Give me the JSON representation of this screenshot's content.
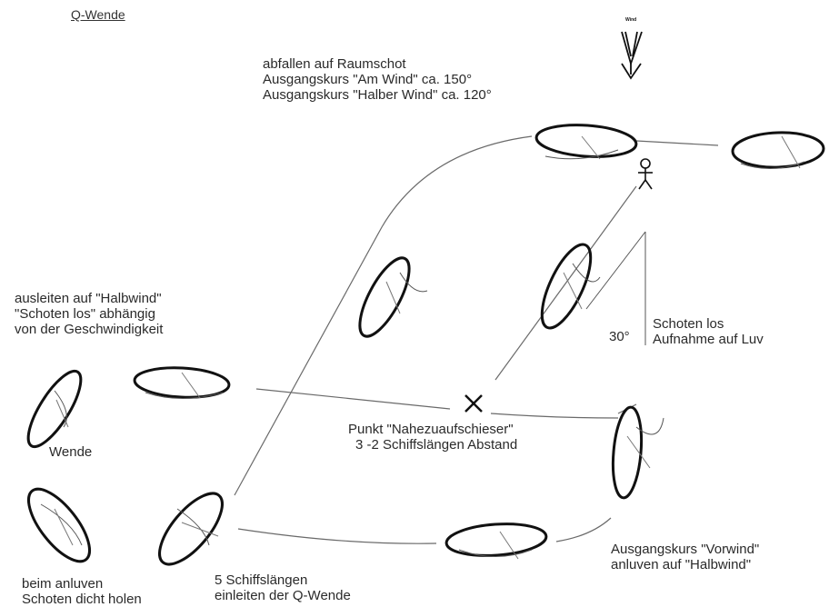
{
  "title": "Q-Wende",
  "wind_label": "Wind",
  "labels": {
    "abfallen": [
      "abfallen auf Raumschot",
      "Ausgangskurs \"Am Wind\" ca. 150°",
      "Ausgangskurs \"Halber Wind\" ca. 120°"
    ],
    "ausleiten": [
      "ausleiten auf \"Halbwind\"",
      "\"Schoten los\" abhängig",
      "von der Geschwindigkeit"
    ],
    "wende": "Wende",
    "schoten_los": [
      "Schoten los",
      "Aufnahme auf Luv"
    ],
    "angle": "30°",
    "punkt": [
      "Punkt \"Nahezuaufschieser\"",
      "3 -2 Schiffslängen Abstand"
    ],
    "vorwind": [
      "Ausgangskurs \"Vorwind\"",
      "anluven auf \"Halbwind\""
    ],
    "beim_anluven": [
      "beim anluven",
      "Schoten dicht holen"
    ],
    "einleiten": [
      "5 Schiffslängen",
      "einleiten der Q-Wende"
    ]
  },
  "colors": {
    "ink": "#1a1a1a",
    "path": "#666666",
    "text": "#2a2a2a"
  }
}
